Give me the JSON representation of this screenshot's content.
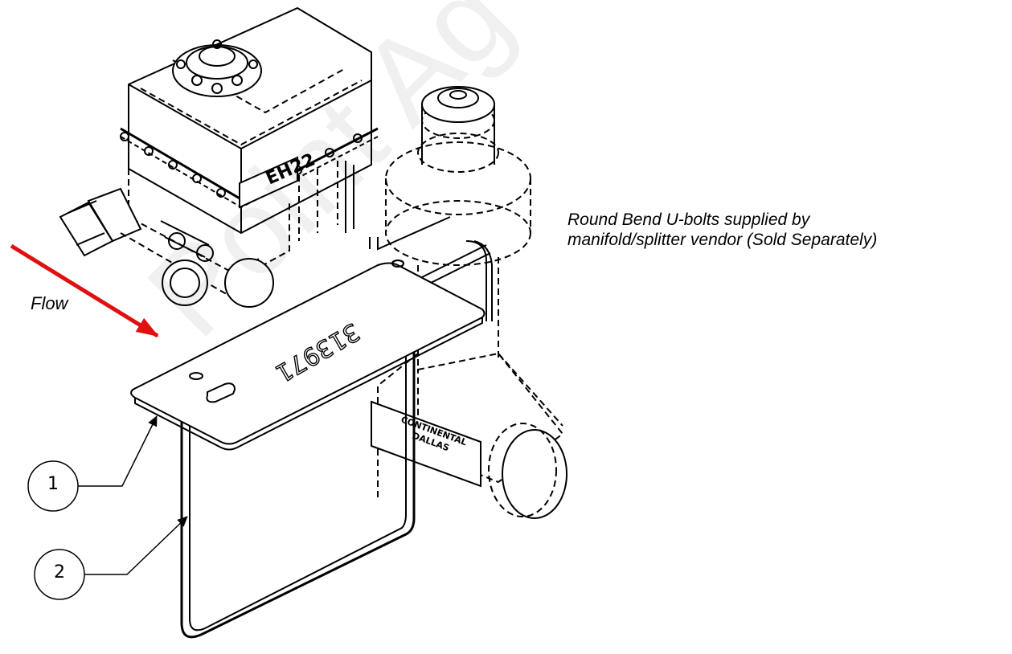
{
  "annotation": {
    "line1": "Round Bend U-bolts supplied by",
    "line2": "manifold/splitter vendor (Sold Separately)"
  },
  "flow": {
    "label": "Flow",
    "arrow_color": "#e01010"
  },
  "callouts": [
    {
      "number": "1"
    },
    {
      "number": "2"
    }
  ],
  "parts": {
    "actuator_label": "EH22",
    "plate_stamp": "313971",
    "body_label_1": "CONTINENTAL",
    "body_label_2": "DALLAS"
  },
  "watermark": "Point Ag Systems"
}
